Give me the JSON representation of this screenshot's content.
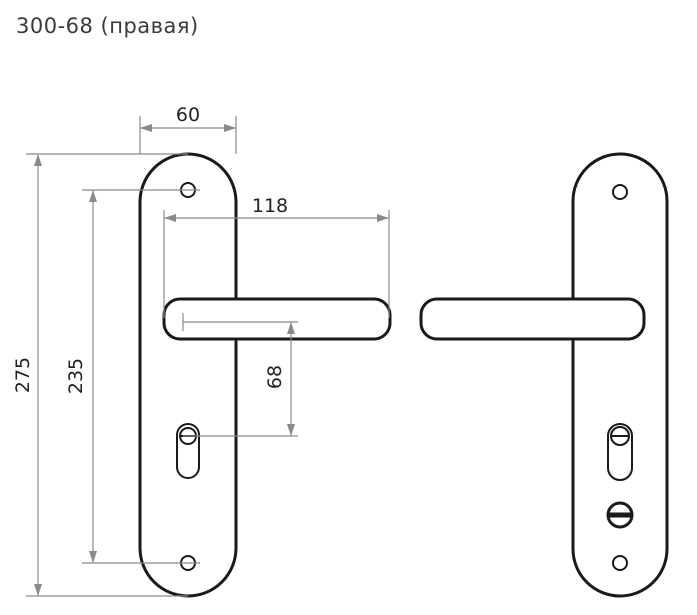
{
  "title": "300-68 (правая)",
  "dimensions": {
    "width_top": "60",
    "handle_length": "118",
    "total_height": "275",
    "hole_spacing": "235",
    "center_distance": "68"
  }
}
